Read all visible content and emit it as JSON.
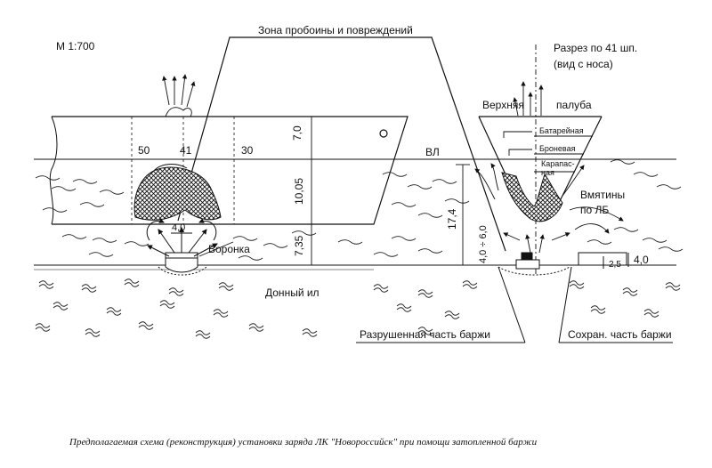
{
  "scale": "М 1:700",
  "title_zone": "Зона пробоины и повреждений",
  "section": {
    "line1": "Разрез по 41 шп.",
    "line2": "(вид с носа)"
  },
  "deck": {
    "upper_left": "Верхняя",
    "upper_right": "палуба",
    "battery": "Батарейная",
    "armored": "Броневая",
    "orlop_1": "Карапас-",
    "orlop_2": "ная"
  },
  "frames": {
    "f50": "50",
    "f41": "41",
    "f30": "30"
  },
  "waterline": "ВЛ",
  "dims": {
    "d7": "7,0",
    "d10": "10,05",
    "d735": "7,35",
    "d174": "17,4",
    "d46": "4,0 ÷ 6,0",
    "d40": "4,0",
    "d25": "2,5",
    "d40b": "4,0"
  },
  "labels": {
    "crater": "Воронка",
    "silt": "Донный ил",
    "dents_1": "Вмятины",
    "dents_2": "по ЛБ",
    "destroyed": "Разрушенная часть баржи",
    "preserved": "Сохран. часть баржи"
  },
  "caption": "Предполагаемая схема (реконструкция) установки заряда ЛК \"Новороссийск\" при помощи затопленной баржи"
}
